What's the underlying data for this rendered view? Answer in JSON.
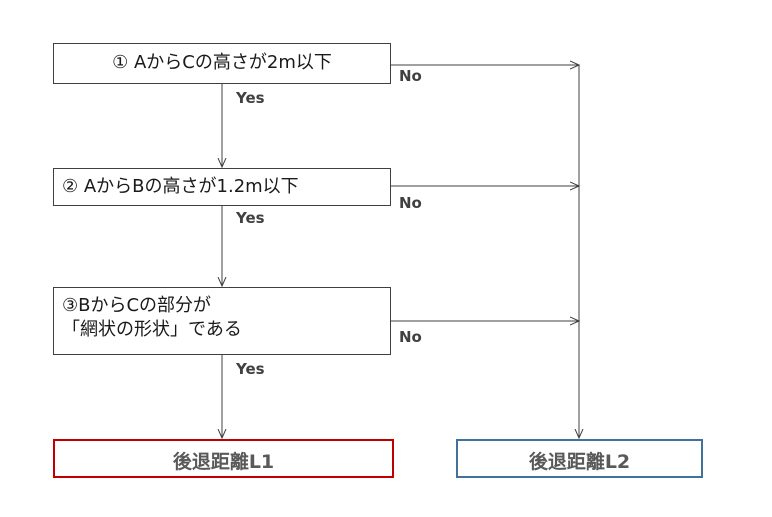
{
  "conditions": [
    {
      "text": "① AからCの高さが2m以下"
    },
    {
      "text": "② AからBの高さが1.2m以下"
    },
    {
      "line1": "③BからCの部分が",
      "line2": "「網状の形状」である"
    }
  ],
  "labels": {
    "yes": "Yes",
    "no": "No"
  },
  "results": {
    "l1": {
      "text": "後退距離L1",
      "border_color": "#c00000"
    },
    "l2": {
      "text": "後退距離L2",
      "border_color": "#41719c"
    }
  }
}
